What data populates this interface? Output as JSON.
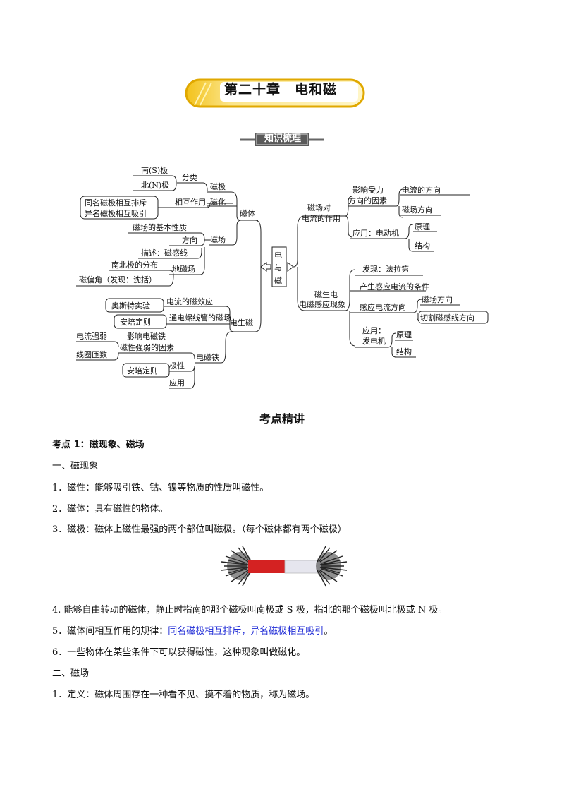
{
  "chapter": {
    "title": "第二十章　电和磁"
  },
  "knowledge_tag": "知识梳理",
  "mindmap": {
    "center": "电与磁",
    "magnetism": {
      "label": "磁体",
      "magnetic_pole": "磁极",
      "classify": "分类",
      "south_pole": "南(S)极",
      "north_pole": "北(N)极",
      "interaction": "相互作用",
      "same_repel": "同名磁极相互排斥",
      "opposite_attract": "异名磁极相互吸引",
      "magnetize": "磁化",
      "magnetic_field": "磁场",
      "basic_property": "磁场的基本性质",
      "direction": "方向",
      "describe": "描述：磁感线",
      "earth_field": "地磁场",
      "ns_distribution": "南北极的分布",
      "declination": "磁偏角（发现：沈括）"
    },
    "electricity_to_magnetism": {
      "label": "电生磁",
      "oersted": "奥斯特实验",
      "current_effect": "电流的磁效应",
      "ampere_rule_1": "安培定则",
      "solenoid_field": "通电螺线管的磁场",
      "current_strength": "电流强弱",
      "coil_turns": "线圈匝数",
      "affect_strength": "影响电磁铁",
      "affect_strength_2": "磁性强弱的因素",
      "electromagnet": "电磁铁",
      "polarity": "极性",
      "ampere_rule_2": "安培定则",
      "application": "应用"
    },
    "force_on_current": {
      "label_1": "磁场对",
      "label_2": "电流的作用",
      "factors_1": "影响受力",
      "factors_2": "方向的因素",
      "current_dir": "电流的方向",
      "field_dir": "磁场方向",
      "application": "应用：电动机",
      "principle": "原理",
      "structure": "结构"
    },
    "magnetism_to_electricity": {
      "label_1": "磁生电",
      "label_2": "电磁感应现象",
      "discovery": "发现：法拉第",
      "condition": "产生感应电流的条件",
      "induced_dir": "感应电流方向",
      "field_dir": "磁场方向",
      "cut_dir": "切割磁感线方向",
      "app_1": "应用：",
      "app_2": "发电机",
      "principle": "原理",
      "structure": "结构"
    }
  },
  "content": {
    "section_heading": "考点精讲",
    "topic1": "考点 1：磁现象、磁场",
    "sub1": "一、磁现象",
    "p1": "1．磁性：能够吸引铁、钴、镍等物质的性质叫磁性。",
    "p2": "2．磁体：具有磁性的物体。",
    "p3": "3．磁极：磁体上磁性最强的两个部位叫磁极。（每个磁体都有两个磁极）",
    "p4": "4. 能够自由转动的磁体，静止时指南的那个磁极叫南极或 S 极，指北的那个磁极叫北极或 N 极。",
    "p5_prefix": "5．磁体间相互作用的规律：",
    "p5_highlight": "同名磁极相互排斥，异名磁极相互吸引",
    "p5_suffix": "。",
    "p6": "6．一些物体在某些条件下可以获得磁性，这种现象叫做磁化。",
    "sub2": "二、磁场",
    "p7": "1．定义：磁体周围存在一种看不见、摸不着的物质，称为磁场。"
  }
}
